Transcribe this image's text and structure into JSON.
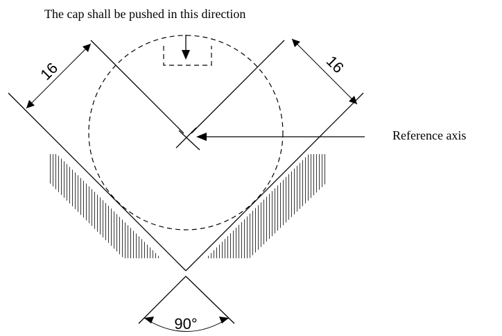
{
  "labels": {
    "push_direction": "The cap shall be pushed in this direction",
    "reference_axis": "Reference axis",
    "dim_left": "16",
    "dim_right": "16",
    "angle": "90°"
  },
  "colors": {
    "ink": "#000000",
    "background": "#ffffff"
  }
}
